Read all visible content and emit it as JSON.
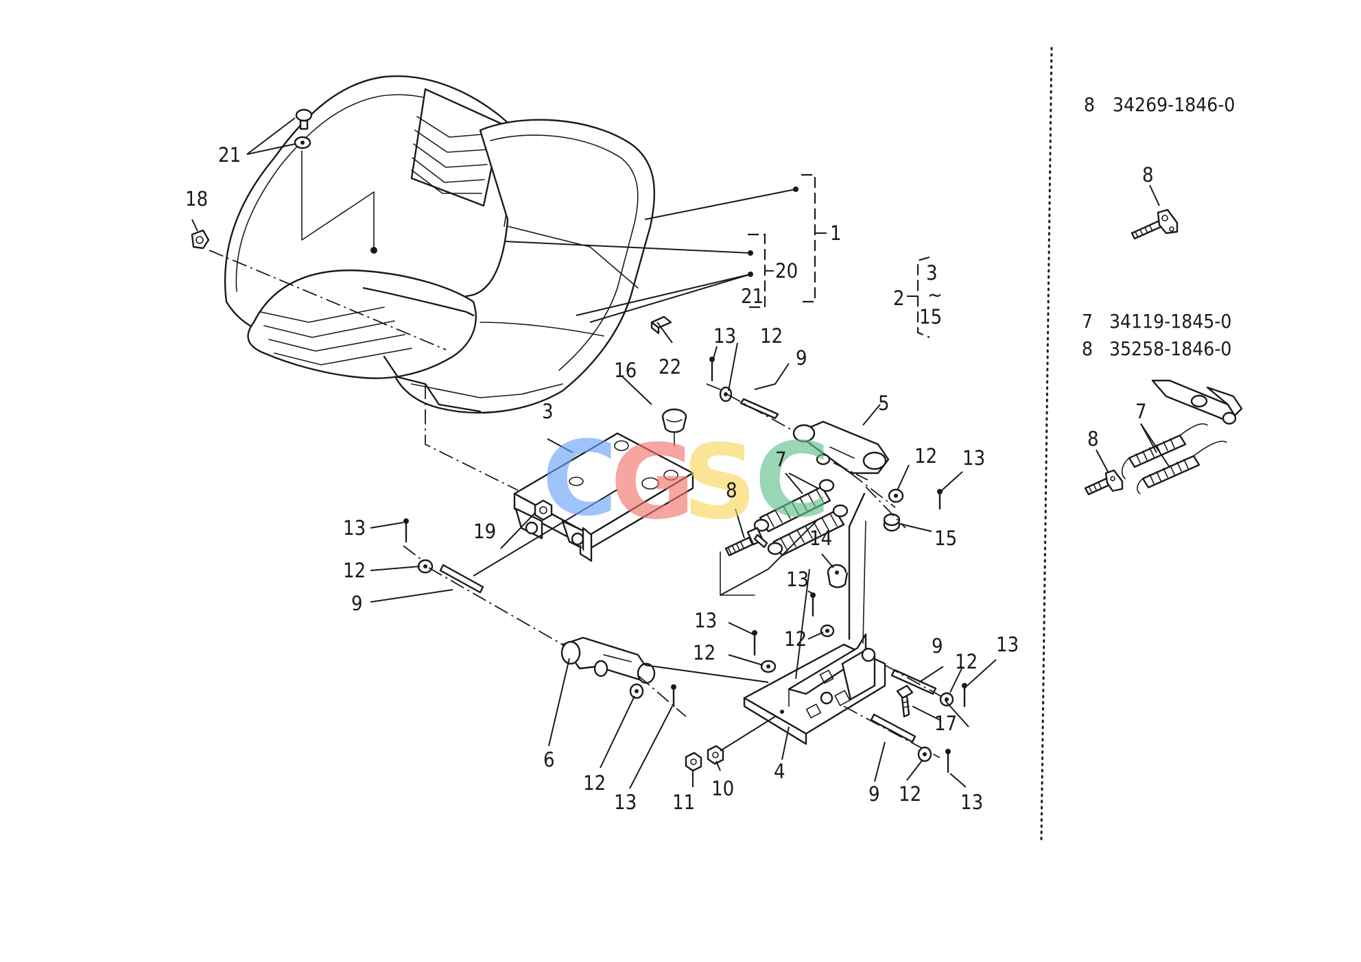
{
  "callouts": {
    "c1": "1",
    "c2": "2",
    "c3_group_top": "3",
    "c3_group_tilde": "~",
    "c15_group": "15",
    "c3": "3",
    "c4": "4",
    "c5": "5",
    "c6": "6",
    "c7": "7",
    "c8": "8",
    "c9_a": "9",
    "c9_b": "9",
    "c9_c": "9",
    "c9_d": "9",
    "c10": "10",
    "c11": "11",
    "c12_a": "12",
    "c12_b": "12",
    "c12_c": "12",
    "c12_d": "12",
    "c12_e": "12",
    "c12_f": "12",
    "c12_g": "12",
    "c12_h": "12",
    "c13_a": "13",
    "c13_b": "13",
    "c13_c": "13",
    "c13_d": "13",
    "c13_e": "13",
    "c13_f": "13",
    "c13_g": "13",
    "c13_h": "13",
    "c14": "14",
    "c15": "15",
    "c16": "16",
    "c17": "17",
    "c18": "18",
    "c19": "19",
    "c20": "20",
    "c21_a": "21",
    "c21_b": "21",
    "c22": "22"
  },
  "side_panel": {
    "top_ref": {
      "item": "8",
      "part_no": "34269-1846-0",
      "callout": "8"
    },
    "bottom_refs": [
      {
        "item": "7",
        "part_no": "34119-1845-0"
      },
      {
        "item": "8",
        "part_no": "35258-1846-0"
      }
    ],
    "bottom_callouts": {
      "c7": "7",
      "c8": "8"
    }
  },
  "watermark": {
    "letters": [
      "C",
      "G",
      "S",
      "C"
    ],
    "colors": [
      "#6aa3f5",
      "#f2716b",
      "#f6d75a",
      "#5fbf8a"
    ]
  }
}
